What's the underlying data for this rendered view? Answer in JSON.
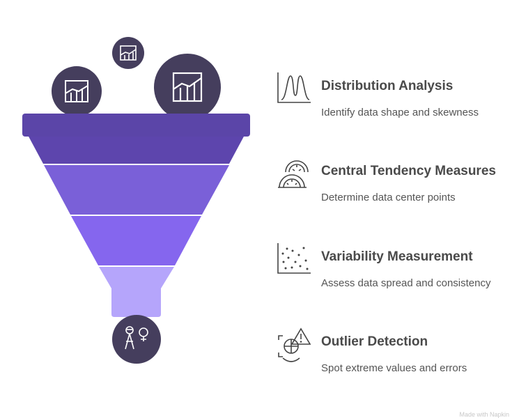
{
  "funnel": {
    "colors": {
      "rim": "#5b45a8",
      "layer1": "#5d45ad",
      "layer2": "#7a60d8",
      "layer3": "#8566ee",
      "spout": "#b5a5fb",
      "circle": "#453e5d",
      "icon_line": "#ffffff"
    },
    "top_icons": [
      "bar-chart-icon",
      "bar-chart-icon",
      "bar-chart-icon"
    ],
    "bottom_icon": "people-icon"
  },
  "items": [
    {
      "icon": "distribution-curve-icon",
      "title": "Distribution Analysis",
      "description": "Identify data shape and skewness"
    },
    {
      "icon": "gauge-icon",
      "title": "Central Tendency Measures",
      "description": "Determine data center points"
    },
    {
      "icon": "scatter-plot-icon",
      "title": "Variability Measurement",
      "description": "Assess data spread and consistency"
    },
    {
      "icon": "outlier-warning-icon",
      "title": "Outlier Detection",
      "description": "Spot extreme values and errors"
    }
  ],
  "watermark": "Made with Napkin"
}
